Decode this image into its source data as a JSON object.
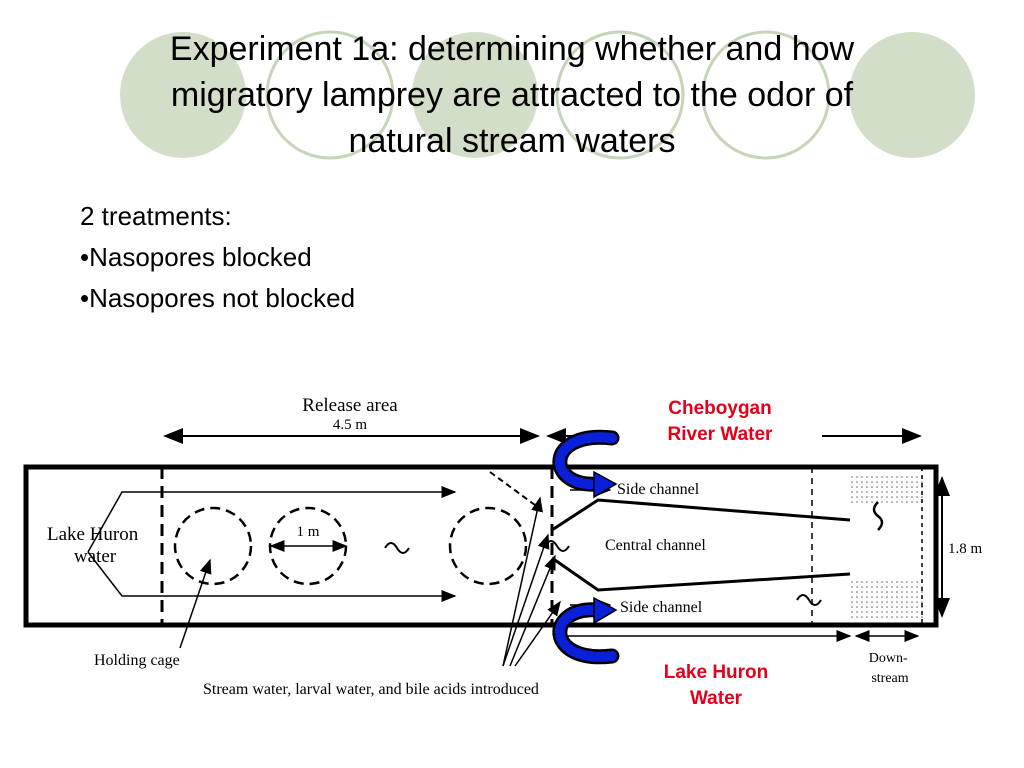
{
  "slide": {
    "title_lines": [
      "Experiment 1a: determining whether and how",
      "migratory lamprey are attracted to the odor of",
      "natural stream waters"
    ],
    "bullets": [
      "2 treatments:",
      "•Nasopores blocked",
      "•Nasopores not blocked"
    ]
  },
  "diagram": {
    "release_area": "Release area",
    "release_length": "4.5 m",
    "lake_huron_inlet": [
      "Lake Huron",
      "water"
    ],
    "cage_width": "1 m",
    "side_channel_top": "Side channel",
    "central_channel": "Central channel",
    "side_channel_bottom": "Side channel",
    "width": "1.8 m",
    "holding_cage": "Holding cage",
    "stream_water_note": "Stream water, larval water, and bile acids introduced",
    "downstream": [
      "Down-",
      "stream"
    ],
    "cheboygan_label": [
      "Cheboygan",
      "River Water"
    ],
    "lake_huron_label": [
      "Lake Huron",
      "Water"
    ]
  },
  "colors": {
    "circle_fill": "#d3dec8",
    "circle_stroke": "#c6d4b9",
    "label_red": "#e3001b",
    "arrow_blue": "#0a20d8"
  }
}
